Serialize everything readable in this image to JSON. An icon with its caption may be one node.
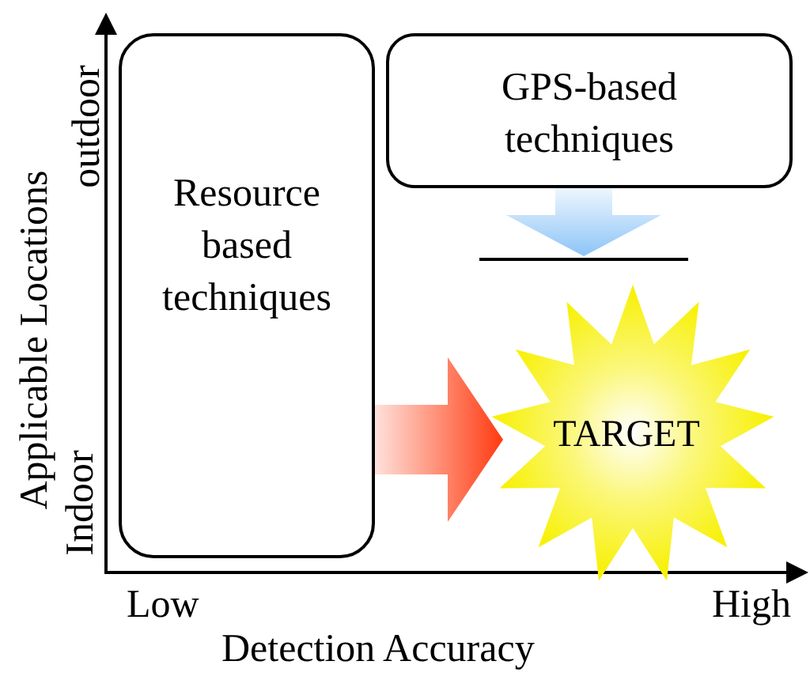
{
  "diagram": {
    "nodes": [
      {
        "text": [
          "Resource based techniques"
        ]
      },
      {
        "text": [
          "GPS-based techniques"
        ]
      },
      {
        "text": [],
        "shape": "bar"
      },
      {
        "text": [
          "TARGET"
        ]
      }
    ],
    "edges": [
      {
        "from": 1,
        "to": 2,
        "arrow": "to",
        "style": "thick",
        "color": "#8cc4f7"
      },
      {
        "from": 0,
        "to": 3,
        "arrow": "to",
        "style": "thick",
        "color": "#ff3a10"
      }
    ],
    "labels": [
      "outdoor",
      "Applicable Locations",
      "Indoor",
      "Low",
      "High",
      "Detection Accuracy"
    ]
  }
}
